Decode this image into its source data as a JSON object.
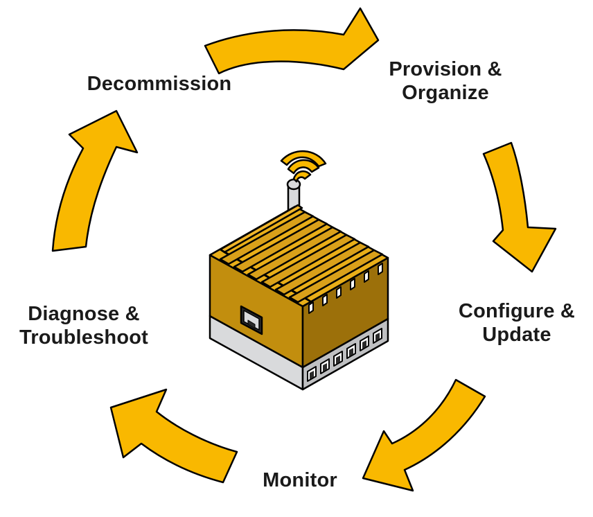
{
  "colors": {
    "arrow": "#F9B800",
    "outline": "#000000",
    "box_front": "#C28E0E",
    "box_side": "#9C700A",
    "box_top": "#E9AE18",
    "base": "#D9DADC",
    "base_side": "#BFC0C2"
  },
  "stages": {
    "decommission": {
      "line1": "Decommission",
      "line2": ""
    },
    "provision": {
      "line1": "Provision &",
      "line2": "Organize"
    },
    "configure": {
      "line1": "Configure &",
      "line2": "Update"
    },
    "monitor": {
      "line1": "Monitor",
      "line2": ""
    },
    "diagnose": {
      "line1": "Diagnose &",
      "line2": "Troubleshoot"
    }
  },
  "device": {
    "icon": "edge-device-icon",
    "antenna_icon": "wifi-antenna-icon",
    "port_icon": "ethernet-port-icon",
    "front_ports": 6
  }
}
